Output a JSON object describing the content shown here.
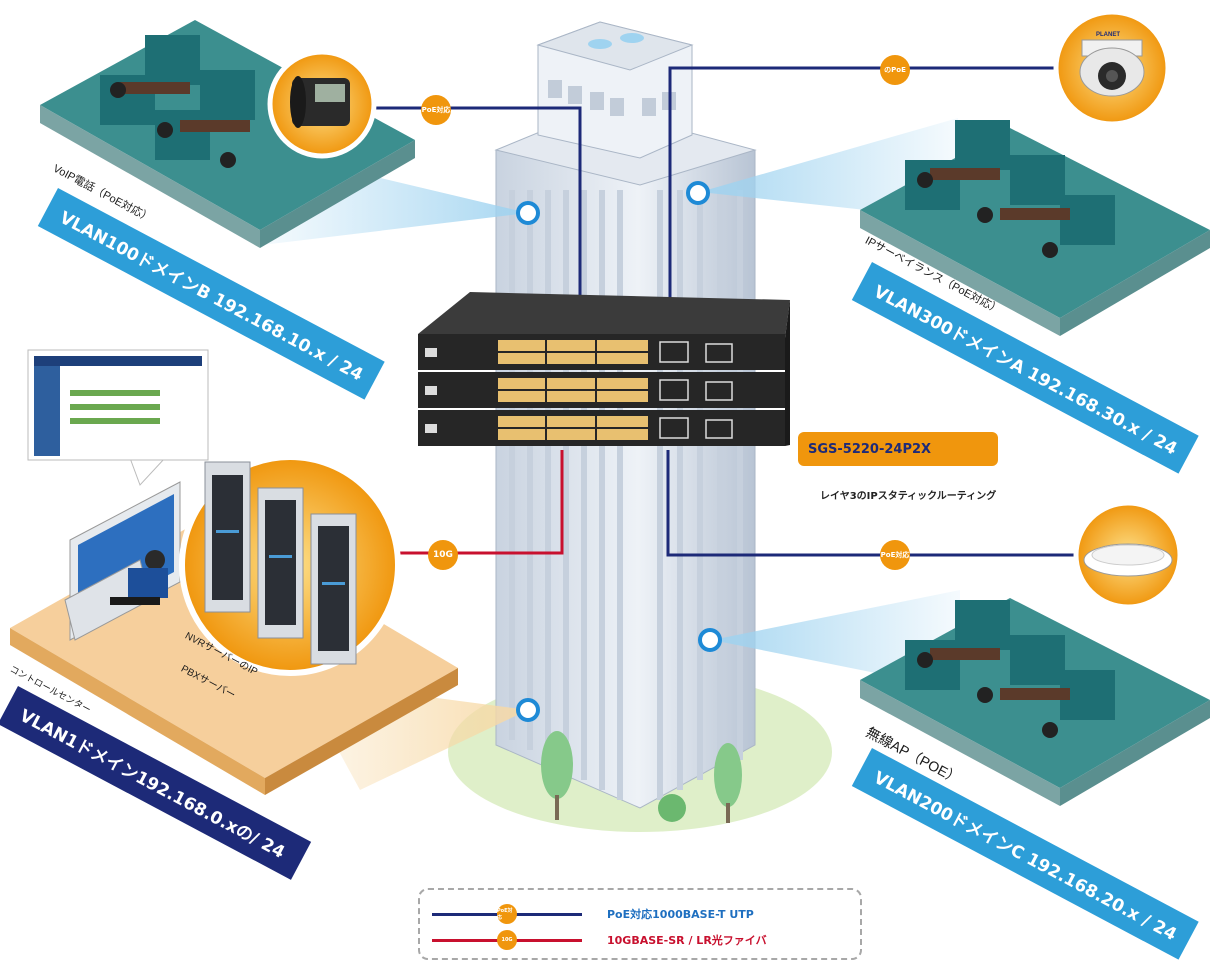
{
  "switch_model": "SGS-5220-24P2X",
  "routing_caption": "レイヤ3のIPスタティックルーティング",
  "zones": {
    "voip": {
      "label": "VoIP電話（PoE対応）",
      "banner": "VLAN100ドメインB 192.168.10.x / 24",
      "link_tag": "PoE対応"
    },
    "surveillance": {
      "label": "IPサーベイランス（PoE対応）",
      "banner": "VLAN300ドメインA 192.168.30.x / 24",
      "link_tag": "のPoE"
    },
    "wireless": {
      "label": "無線AP（POE）",
      "banner": "VLAN200ドメインC 192.168.20.x / 24",
      "link_tag": "PoE対応"
    },
    "control": {
      "label": "コントロールセンター",
      "banner": "VLAN1ドメイン192.168.0.xの/ 24",
      "server_line1": "NVRサーバーのIP",
      "server_line2": "PBXサーバー",
      "link_tag": "10G"
    }
  },
  "legend": {
    "poe": {
      "dot": "PoE対応",
      "text": "PoE対応1000BASE-T UTP"
    },
    "fiber": {
      "dot": "10G",
      "text": "10GBASE-SR / LR光ファイバ"
    }
  },
  "camera_brand": "PLANET",
  "colors": {
    "blue_line": "#1d2a78",
    "red_line": "#c8102e",
    "orange": "#f0960d",
    "banner_blue": "#2d9ed8",
    "banner_navy": "#1d2a78"
  }
}
